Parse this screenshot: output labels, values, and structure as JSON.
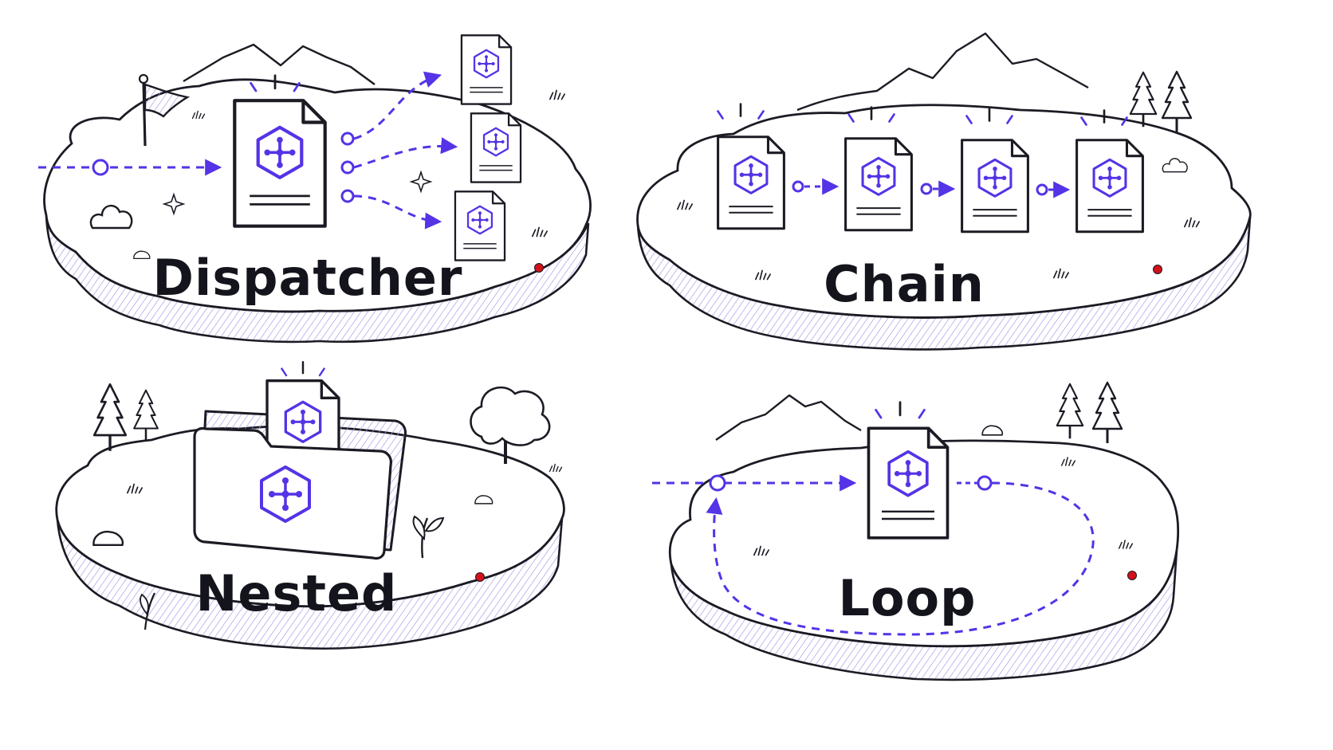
{
  "colors": {
    "ink": "#1b1b24",
    "accent": "#5533e6",
    "hatch": "#a59ce8",
    "dot_red": "#d4101a"
  },
  "panels": {
    "dispatcher": {
      "label": "Dispatcher"
    },
    "chain": {
      "label": "Chain"
    },
    "nested": {
      "label": "Nested"
    },
    "loop": {
      "label": "Loop"
    }
  },
  "icons": {
    "document": "document-icon",
    "hub": "hexagon-hub-icon",
    "folder": "folder-icon",
    "tree": "pine-tree-icon",
    "mountain": "mountain-icon",
    "flag": "flag-icon"
  }
}
